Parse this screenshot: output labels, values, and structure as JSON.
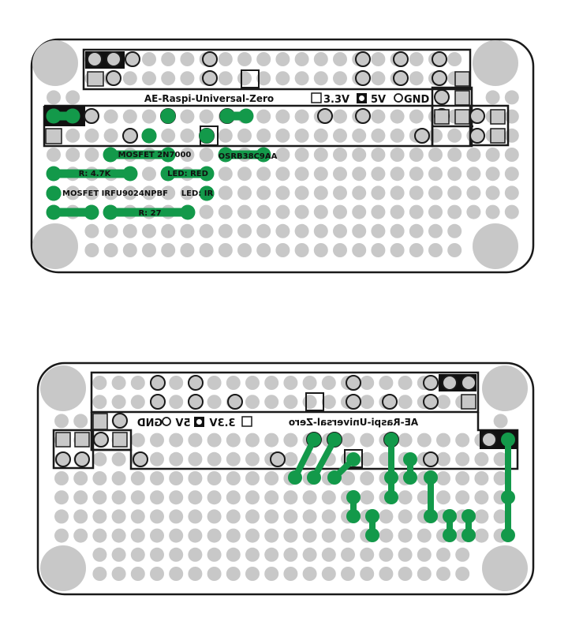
{
  "colors": {
    "hole": "#c8c8c8",
    "wire": "#13994a",
    "outline": "#1a1a1a",
    "board": "#ffffff",
    "mount_hole": "#c8c8c8"
  },
  "top_board": {
    "title": "AE-Raspi-Universal-Zero",
    "legend": {
      "v33": "3.3V",
      "v5": "5V",
      "gnd": "GND"
    },
    "labels": {
      "mosfet1": "MOSFET 2N7000",
      "sensor": "OSRB38C9AA",
      "resistor1": "R: 4.7K",
      "led1": "LED: RED",
      "mosfet2": "MOSFET IRFU9024NPBF",
      "led2": "LED: IR",
      "resistor2": "R: 27"
    }
  },
  "bottom_board": {
    "title": "AE-Raspi-Universal-Zero",
    "legend": {
      "v33": "3.3V",
      "v5": "5V",
      "gnd": "GND"
    }
  }
}
